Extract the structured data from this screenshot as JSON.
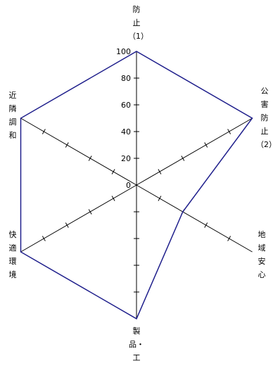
{
  "chart_data": {
    "type": "radar",
    "axes": [
      {
        "label": [
          "防",
          "止",
          "（1）"
        ],
        "value": 100
      },
      {
        "label": [
          "公",
          "害",
          "防",
          "止",
          "（2）"
        ],
        "value": 100
      },
      {
        "label": [
          "地",
          "域",
          "安",
          "心"
        ],
        "value": 40
      },
      {
        "label": [
          "製",
          "品・",
          "工"
        ],
        "value": 100
      },
      {
        "label": [
          "快",
          "適",
          "環",
          "境"
        ],
        "value": 100
      },
      {
        "label": [
          "近",
          "隣",
          "調",
          "和"
        ],
        "value": 100
      }
    ],
    "rlim": [
      0,
      100
    ],
    "ticks": [
      "0",
      "20",
      "40",
      "60",
      "80",
      "100"
    ],
    "colors": {
      "series": "#1f1f8c",
      "axis": "#000000"
    }
  }
}
